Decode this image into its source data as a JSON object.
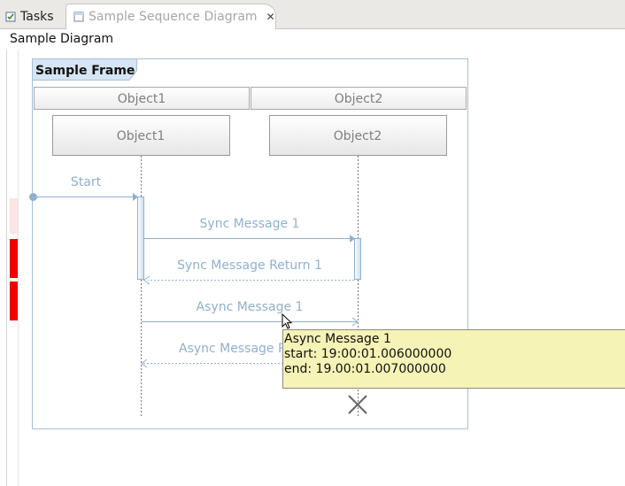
{
  "tabs": [
    {
      "label": "Tasks",
      "active": false,
      "icon": "tasks-icon"
    },
    {
      "label": "Sample Sequence Diagram",
      "active": true,
      "icon": "diagram-editor-icon",
      "close_icon": "close-icon"
    }
  ],
  "page": {
    "title": "Sample Diagram"
  },
  "frame": {
    "label": "Sample Frame"
  },
  "lifelines": [
    {
      "header": "Object1",
      "name": "Object1"
    },
    {
      "header": "Object2",
      "name": "Object2"
    }
  ],
  "messages": [
    {
      "label": "Start",
      "kind": "found-sync"
    },
    {
      "label": "Sync Message 1",
      "kind": "sync"
    },
    {
      "label": "Sync Message Return 1",
      "kind": "return"
    },
    {
      "label": "Async Message 1",
      "kind": "async"
    },
    {
      "label": "Async Message Return 1",
      "kind": "async-return"
    }
  ],
  "tooltip": {
    "title": "Async Message 1",
    "start": "start: 19:00:01.006000000",
    "end": "end: 19.00:01.007000000"
  },
  "colors": {
    "message": "#8fb0ce",
    "frame_border": "#a7bfd6",
    "tooltip_bg": "#f5f3b5",
    "marker_red": "#f00000"
  }
}
